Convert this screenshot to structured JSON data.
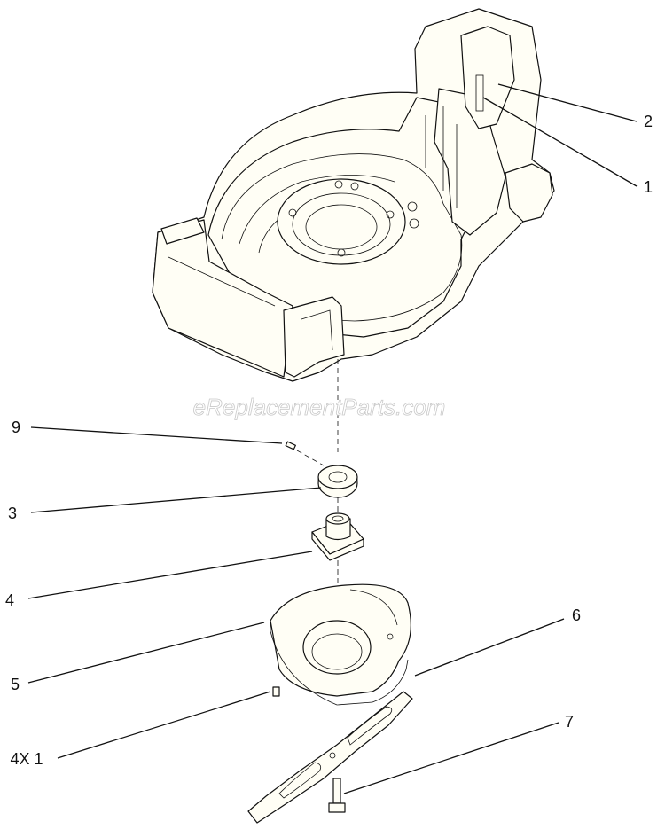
{
  "watermark": "eReplacementParts.com",
  "callouts": [
    {
      "id": "c2",
      "text": "2"
    },
    {
      "id": "c1",
      "text": "1"
    },
    {
      "id": "c9",
      "text": "9"
    },
    {
      "id": "c3",
      "text": "3"
    },
    {
      "id": "c4",
      "text": "4"
    },
    {
      "id": "c6",
      "text": "6"
    },
    {
      "id": "c5",
      "text": "5"
    },
    {
      "id": "c7",
      "text": "7"
    },
    {
      "id": "c4x1",
      "text": "4X 1"
    }
  ]
}
